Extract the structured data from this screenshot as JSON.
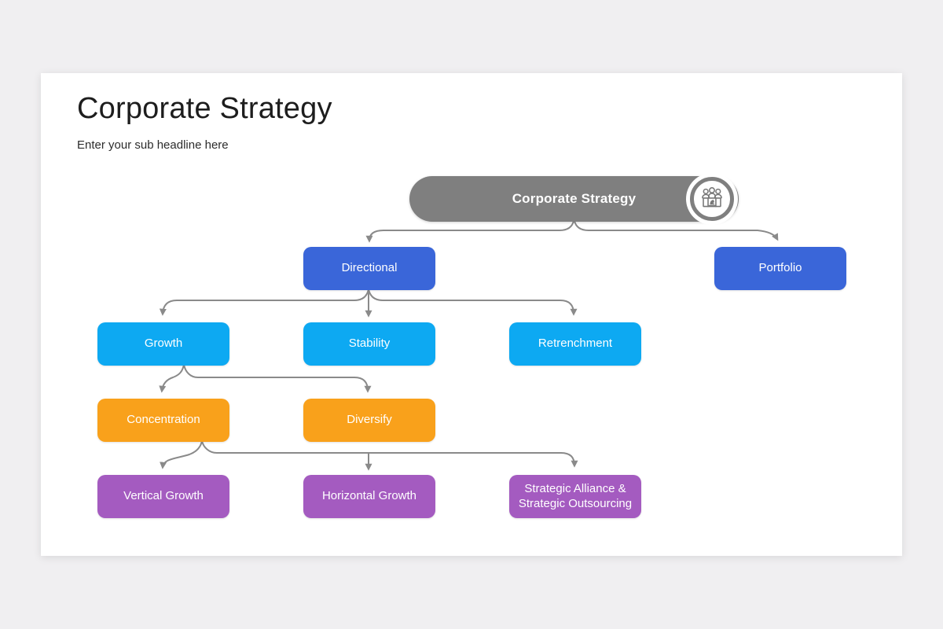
{
  "slide": {
    "title": "Corporate Strategy",
    "subtitle": "Enter your sub headline here"
  },
  "diagram": {
    "root": {
      "label": "Corporate Strategy",
      "color": "#7f7f7f",
      "icon": "strategy-team-icon"
    },
    "nodes": {
      "directional": {
        "label": "Directional",
        "color": "#3a66d9",
        "level": 1
      },
      "portfolio": {
        "label": "Portfolio",
        "color": "#3a66d9",
        "level": 1
      },
      "growth": {
        "label": "Growth",
        "color": "#0da9f2",
        "level": 2
      },
      "stability": {
        "label": "Stability",
        "color": "#0da9f2",
        "level": 2
      },
      "retrenchment": {
        "label": "Retrenchment",
        "color": "#0da9f2",
        "level": 2
      },
      "concentration": {
        "label": "Concentration",
        "color": "#f9a11b",
        "level": 3
      },
      "diversify": {
        "label": "Diversify",
        "color": "#f9a11b",
        "level": 3
      },
      "vertical_growth": {
        "label": "Vertical Growth",
        "color": "#a45bc0",
        "level": 4
      },
      "horizontal_growth": {
        "label": "Horizontal Growth",
        "color": "#a45bc0",
        "level": 4
      },
      "strategic_alliance": {
        "label": "Strategic Alliance & Strategic Outsourcing",
        "color": "#a45bc0",
        "level": 4
      }
    },
    "connector_color": "#8a8a8a"
  }
}
